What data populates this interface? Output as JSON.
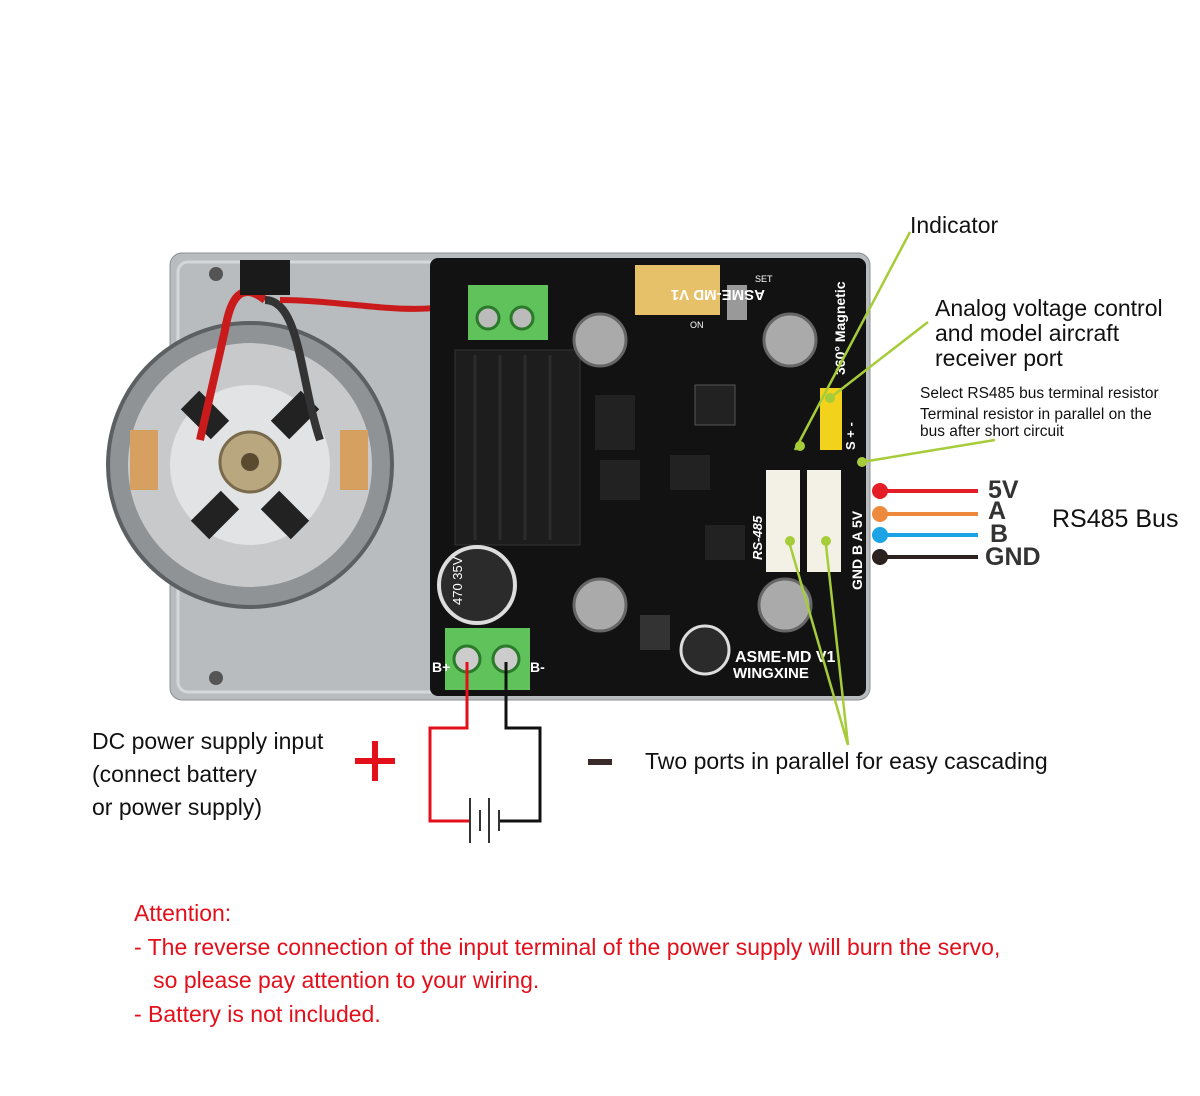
{
  "callouts": {
    "indicator": "Indicator",
    "analog_port": [
      "Analog voltage control",
      "and model aircraft",
      "receiver port"
    ],
    "terminal_resistor": [
      "Select RS485 bus terminal resistor",
      "Terminal resistor in parallel on the",
      "bus after short circuit"
    ],
    "dc_input": [
      "DC power supply input",
      "(connect battery",
      "or power supply)"
    ],
    "plus": "+",
    "minus": "−",
    "parallel_ports": "Two ports in parallel for easy cascading",
    "rs485_bus": "RS485 Bus"
  },
  "bus_pins": [
    {
      "label": "5V",
      "color": "#e31e26"
    },
    {
      "label": "A",
      "color": "#ee8a3e"
    },
    {
      "label": "B",
      "color": "#1ba3e6"
    },
    {
      "label": "GND",
      "color": "#2b2220"
    }
  ],
  "board": {
    "model": "ASME-MD V1",
    "brand": "WINGXINE",
    "rs485": "RS-485",
    "magnetic": "360° Magnetic",
    "pins": "GND B A 5V",
    "servo_pins": "S + -",
    "b_plus": "B+",
    "b_minus": "B-",
    "cap": "470 35V",
    "set": "SET",
    "on": "ON"
  },
  "attention": {
    "title": "Attention:",
    "lines": [
      "- The reverse connection of the input terminal of the power supply will burn the servo,",
      "   so please pay attention to your wiring.",
      "- Battery is not included."
    ]
  },
  "colors": {
    "callout_line": "#a6cc3a",
    "warning": "#e30f1a",
    "terminal_green": "#5fc25a"
  }
}
